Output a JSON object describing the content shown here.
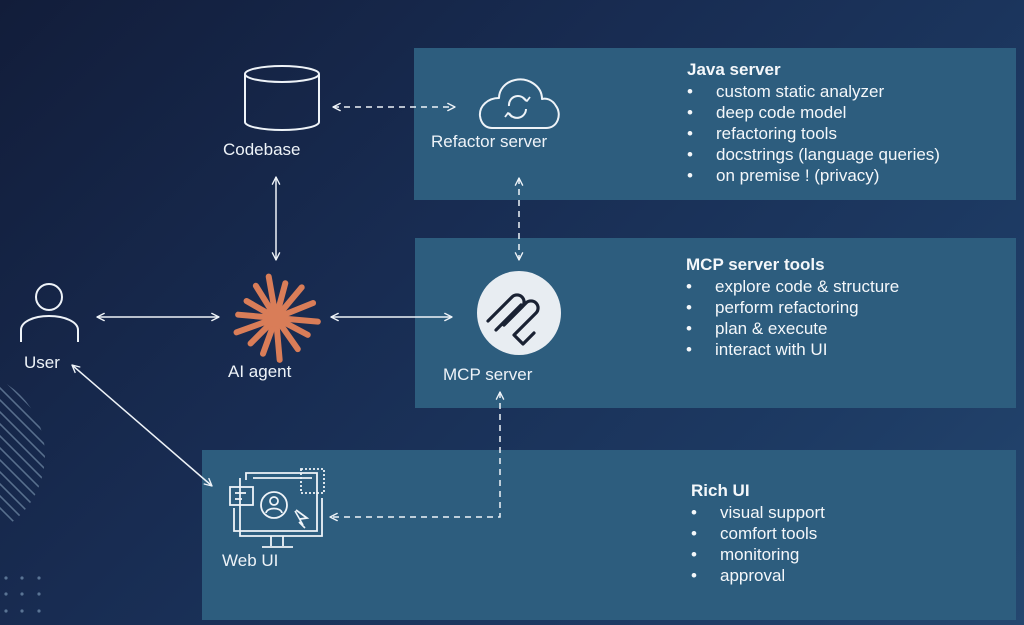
{
  "diagram": {
    "title": "AI agent refactoring architecture",
    "colors": {
      "background_dark": "#121d3a",
      "background_light": "#24476f",
      "panel": "#2d5d7e",
      "line": "#eef3f8",
      "agent_accent": "#d97d58",
      "mcp_badge": "#e8edf2",
      "mcp_glyph": "#1a2233"
    },
    "nodes": {
      "codebase": {
        "label": "Codebase",
        "icon": "database-cylinder-icon"
      },
      "refactor_server": {
        "label": "Refactor server",
        "icon": "cloud-sync-icon"
      },
      "user": {
        "label": "User",
        "icon": "user-person-icon"
      },
      "ai_agent": {
        "label": "AI agent",
        "icon": "starburst-agent-icon"
      },
      "mcp_server": {
        "label": "MCP server",
        "icon": "mcp-logo-icon"
      },
      "web_ui": {
        "label": "Web UI",
        "icon": "monitor-ui-icon"
      }
    },
    "panels": {
      "java": {
        "title": "Java server",
        "items": [
          "custom static analyzer",
          "deep code model",
          "refactoring tools",
          "docstrings (language queries)",
          "on premise ! (privacy)"
        ]
      },
      "mcp": {
        "title": "MCP server tools",
        "items": [
          "explore code & structure",
          "perform refactoring",
          "plan & execute",
          "interact with UI"
        ]
      },
      "rich": {
        "title": "Rich UI",
        "items": [
          "visual support",
          "comfort tools",
          "monitoring",
          "approval"
        ]
      }
    },
    "edges": [
      {
        "from": "Codebase",
        "to": "Refactor server",
        "style": "dashed",
        "direction": "both"
      },
      {
        "from": "Codebase",
        "to": "AI agent",
        "style": "solid",
        "direction": "both"
      },
      {
        "from": "User",
        "to": "AI agent",
        "style": "solid",
        "direction": "both"
      },
      {
        "from": "AI agent",
        "to": "MCP server",
        "style": "solid",
        "direction": "both"
      },
      {
        "from": "Refactor server",
        "to": "MCP server",
        "style": "dashed",
        "direction": "both"
      },
      {
        "from": "User",
        "to": "Web UI",
        "style": "solid",
        "direction": "both"
      },
      {
        "from": "MCP server",
        "to": "Web UI",
        "style": "dashed",
        "direction": "both"
      }
    ]
  }
}
